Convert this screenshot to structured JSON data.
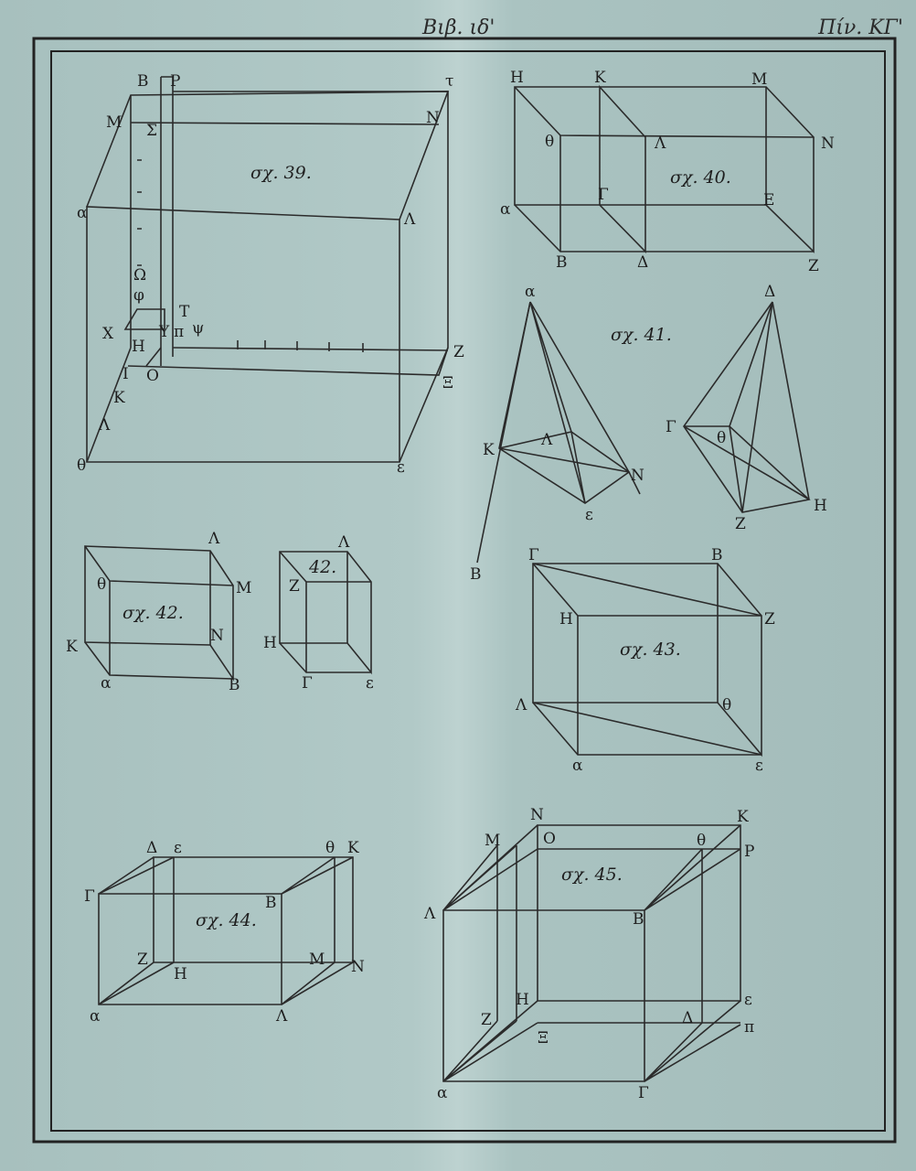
{
  "header": {
    "book": "Βιβ. ιδ'",
    "plate": "Πίν. ΚΓ'"
  },
  "figures": {
    "f39": {
      "caption": "σχ. 39.",
      "labels": {
        "B": "Β",
        "P": "Ρ",
        "tau": "τ",
        "M": "Μ",
        "S": "Σ",
        "N": "Ν",
        "alpha": "α",
        "L": "Λ",
        "omega": "Ω",
        "phi": "φ",
        "T": "Τ",
        "X": "Χ",
        "Y": "Υ",
        "pi": "π",
        "psi": "ψ",
        "H": "Η",
        "Z": "Ζ",
        "I": "Ι",
        "O": "Ο",
        "Xi": "Ξ",
        "K": "Κ",
        "L2": "Λ",
        "theta": "θ",
        "epsilon": "ε"
      }
    },
    "f40": {
      "caption": "σχ. 40.",
      "labels": {
        "H": "Η",
        "K": "Κ",
        "M": "Μ",
        "theta": "θ",
        "L": "Λ",
        "N": "Ν",
        "gamma": "Γ",
        "E": "Ε",
        "alpha": "α",
        "B": "Β",
        "D": "Δ",
        "Z": "Ζ"
      }
    },
    "f41": {
      "caption": "σχ. 41.",
      "labels": {
        "alpha": "α",
        "K": "Κ",
        "L": "Λ",
        "N": "Ν",
        "epsilon": "ε",
        "B": "Β",
        "D": "Δ",
        "gamma": "Γ",
        "theta": "θ",
        "H": "Η",
        "Z": "Ζ"
      }
    },
    "f42": {
      "caption": "σχ. 42.",
      "labels": {
        "L": "Λ",
        "theta": "θ",
        "M": "Μ",
        "N": "Ν",
        "K": "Κ",
        "alpha": "α",
        "B": "Β"
      }
    },
    "f42b": {
      "caption": "42.",
      "labels": {
        "L": "Λ",
        "Z": "Ζ",
        "H": "Η",
        "gamma": "Γ",
        "epsilon": "ε"
      }
    },
    "f43": {
      "caption": "σχ. 43.",
      "labels": {
        "gamma": "Γ",
        "B": "Β",
        "H": "Η",
        "Z": "Ζ",
        "L": "Λ",
        "theta": "θ",
        "alpha": "α",
        "epsilon": "ε"
      }
    },
    "f44": {
      "caption": "σχ. 44.",
      "labels": {
        "D": "Δ",
        "epsilon": "ε",
        "theta": "θ",
        "K": "Κ",
        "gamma": "Γ",
        "B": "Β",
        "Z": "Ζ",
        "H": "Η",
        "M": "Μ",
        "N": "Ν",
        "alpha": "α",
        "L": "Λ"
      }
    },
    "f45": {
      "caption": "σχ. 45.",
      "labels": {
        "N": "Ν",
        "K": "Κ",
        "M": "Μ",
        "O": "Ο",
        "theta": "θ",
        "P": "Ρ",
        "L": "Λ",
        "B": "Β",
        "H": "Η",
        "epsilon": "ε",
        "Z": "Ζ",
        "D": "Δ",
        "pi": "π",
        "Xi": "Ξ",
        "alpha": "α",
        "gamma": "Γ"
      }
    }
  }
}
